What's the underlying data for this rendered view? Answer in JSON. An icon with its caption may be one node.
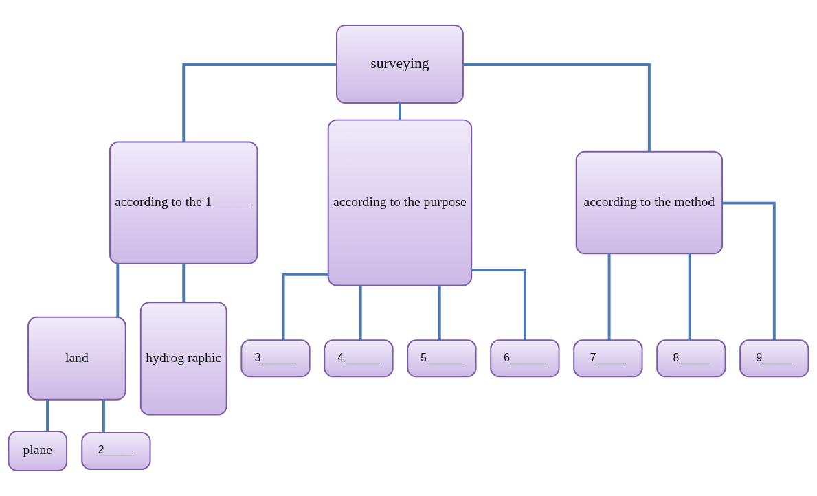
{
  "diagram": {
    "nodes": [
      {
        "text": [
          "surveying"
        ]
      },
      {
        "text": [
          "according to the 1______"
        ]
      },
      {
        "text": [
          "according to the purpose"
        ]
      },
      {
        "text": [
          "according to the method"
        ]
      },
      {
        "text": [
          "land"
        ]
      },
      {
        "text": [
          "hydrog raphic"
        ]
      },
      {
        "text": [
          "plane"
        ]
      },
      {
        "text": [
          "2_____"
        ]
      },
      {
        "text": [
          "3______"
        ]
      },
      {
        "text": [
          "4______"
        ]
      },
      {
        "text": [
          "5______"
        ]
      },
      {
        "text": [
          "6______"
        ]
      },
      {
        "text": [
          "7_____"
        ]
      },
      {
        "text": [
          "8_____"
        ]
      },
      {
        "text": [
          "9_____"
        ]
      }
    ],
    "edges": [
      {
        "from": 0,
        "to": 1,
        "arrow": "none"
      },
      {
        "from": 0,
        "to": 2,
        "arrow": "none"
      },
      {
        "from": 0,
        "to": 3,
        "arrow": "none"
      },
      {
        "from": 1,
        "to": 4,
        "arrow": "none"
      },
      {
        "from": 1,
        "to": 5,
        "arrow": "none"
      },
      {
        "from": 4,
        "to": 6,
        "arrow": "none"
      },
      {
        "from": 4,
        "to": 7,
        "arrow": "none"
      },
      {
        "from": 2,
        "to": 8,
        "arrow": "none"
      },
      {
        "from": 2,
        "to": 9,
        "arrow": "none"
      },
      {
        "from": 2,
        "to": 10,
        "arrow": "none"
      },
      {
        "from": 2,
        "to": 11,
        "arrow": "none"
      },
      {
        "from": 3,
        "to": 12,
        "arrow": "none"
      },
      {
        "from": 3,
        "to": 13,
        "arrow": "none"
      },
      {
        "from": 3,
        "to": 14,
        "arrow": "none"
      }
    ]
  }
}
